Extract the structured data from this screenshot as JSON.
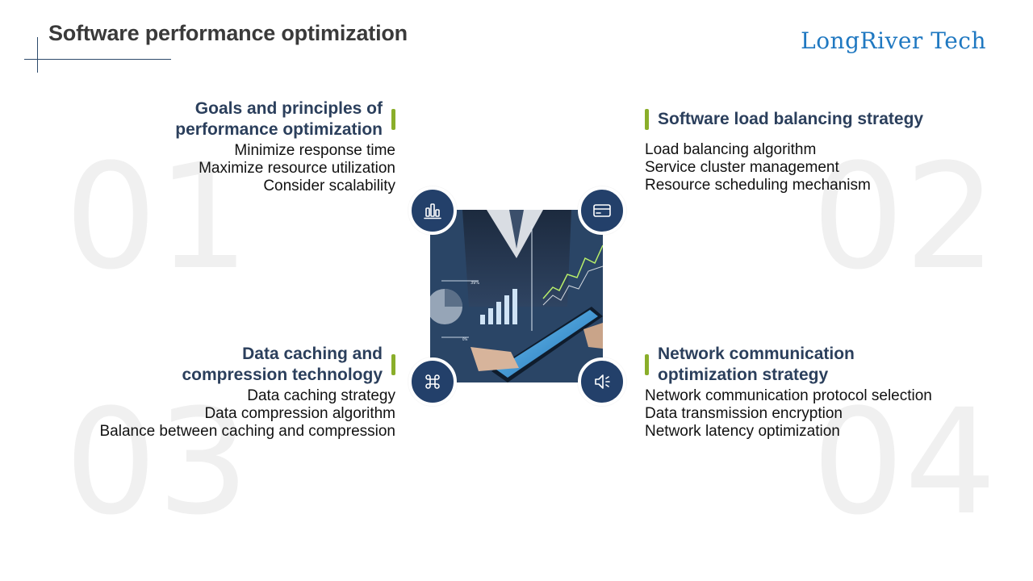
{
  "header": {
    "title": "Software performance optimization",
    "brand": "LongRiver Tech"
  },
  "sections": [
    {
      "number": "01",
      "heading_line1": "Goals and principles of",
      "heading_line2": "performance optimization",
      "items": [
        "Minimize response time",
        "Maximize resource utilization",
        "Consider scalability"
      ],
      "icon": "bar-chart-icon"
    },
    {
      "number": "02",
      "heading_line1": "Software load balancing strategy",
      "heading_line2": "",
      "items": [
        "Load balancing algorithm",
        "Service cluster management",
        "Resource scheduling mechanism"
      ],
      "icon": "card-icon"
    },
    {
      "number": "03",
      "heading_line1": "Data caching and",
      "heading_line2": "compression technology",
      "items": [
        "Data caching strategy",
        "Data compression algorithm",
        "Balance between caching and compression"
      ],
      "icon": "command-icon"
    },
    {
      "number": "04",
      "heading_line1": "Network communication",
      "heading_line2": "optimization strategy",
      "items": [
        "Network communication protocol selection",
        "Data transmission encryption",
        "Network latency optimization"
      ],
      "icon": "speaker-icon"
    }
  ],
  "photo_labels": {
    "percent": "39%",
    "small": "0%"
  },
  "colors": {
    "heading": "#2b3f5c",
    "accent_bar": "#8aae2a",
    "badge": "#23406a",
    "brand": "#1f78c1",
    "watermark_number": "#f0f0f0"
  }
}
